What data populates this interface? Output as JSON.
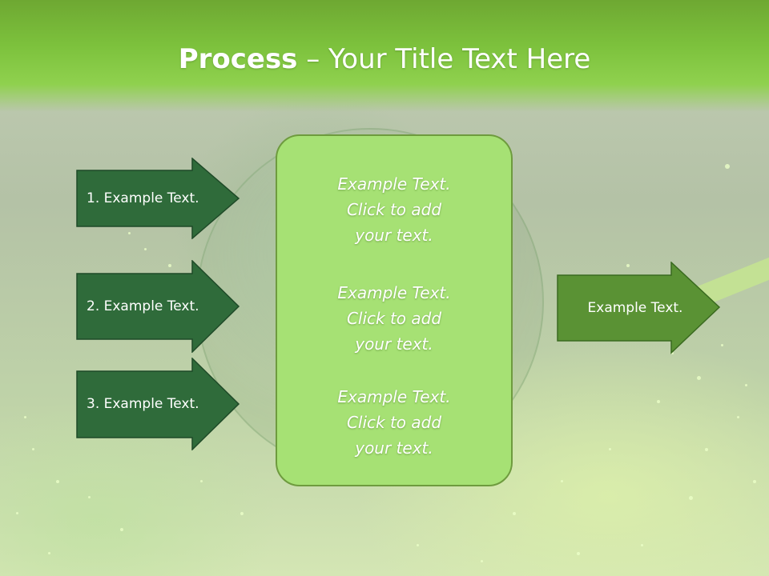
{
  "slide": {
    "title_bold": "Process",
    "title_rest": " – Your Title Text Here"
  },
  "left_arrows": [
    {
      "label": "1. Example Text."
    },
    {
      "label": "2. Example Text."
    },
    {
      "label": "3. Example Text."
    }
  ],
  "center_panel": {
    "blocks": [
      {
        "text": "Example Text.\nClick  to add\nyour text."
      },
      {
        "text": "Example Text.\nClick  to add\nyour text."
      },
      {
        "text": "Example Text.\nClick  to add\nyour text."
      }
    ]
  },
  "right_arrow": {
    "label": "Example Text."
  },
  "colors": {
    "header_green": "#7cc13c",
    "dark_arrow_fill": "#2f6b3a",
    "right_arrow_fill": "#5a9234",
    "panel_fill": "#a6e174",
    "panel_border": "#6e9b3e"
  }
}
